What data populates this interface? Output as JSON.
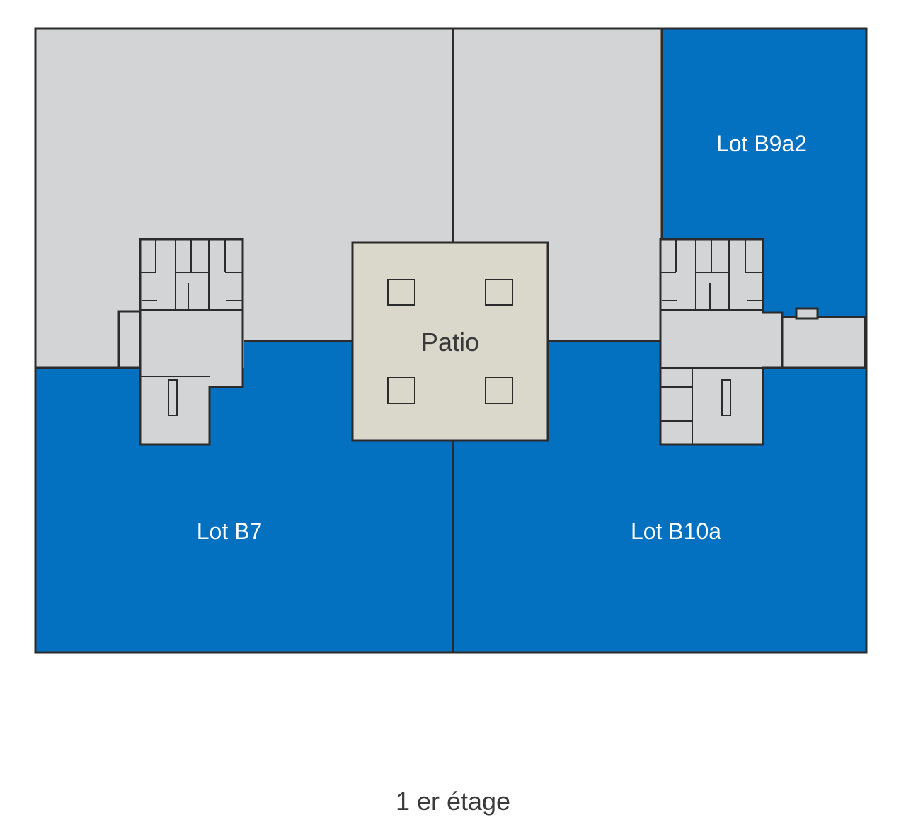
{
  "floor_plan": {
    "lots": {
      "b9a2": {
        "label": "Lot B9a2"
      },
      "b7": {
        "label": "Lot B7"
      },
      "b10a": {
        "label": "Lot B10a"
      }
    },
    "patio": {
      "label": "Patio"
    },
    "caption": "1 er étage"
  },
  "colors": {
    "available_lot": "#0470c0",
    "other_area": "#d3d4d6",
    "patio": "#dad7cb",
    "walls": "#2b2b2b"
  }
}
